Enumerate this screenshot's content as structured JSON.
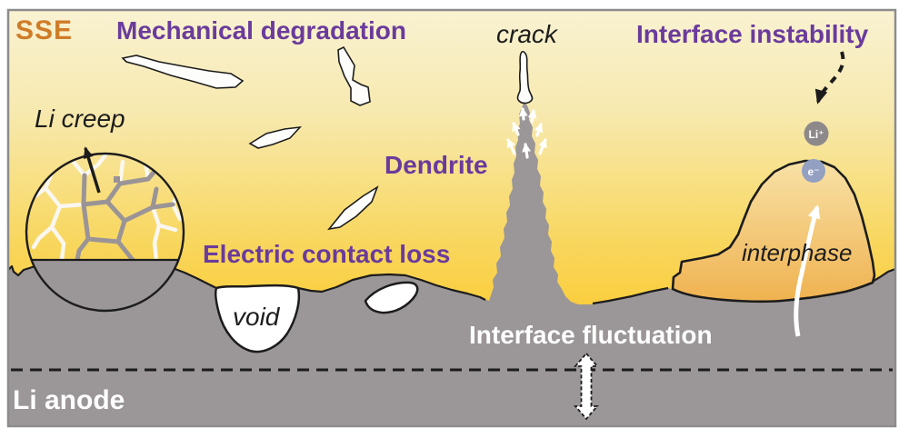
{
  "figure": {
    "labels": {
      "sse": "SSE",
      "mechanical_degradation": "Mechanical degradation",
      "crack": "crack",
      "interface_instability": "Interface instability",
      "li_creep": "Li creep",
      "dendrite": "Dendrite",
      "electric_contact_loss": "Electric contact loss",
      "void": "void",
      "interface_fluctuation": "Interface fluctuation",
      "interphase": "interphase",
      "li_anode": "Li anode",
      "li_ion": "Li⁺",
      "electron": "e⁻"
    },
    "colors": {
      "sse_text": "#cf7c28",
      "purple_text": "#6a3b9c",
      "black_text": "#1c1c1c",
      "white_text": "#ffffff",
      "sse_gradient_top": "#f9f2d2",
      "sse_gradient_upper": "#f7e9ae",
      "sse_gradient_mid": "#f8d75f",
      "sse_gradient_bottom": "#fcc82a",
      "anode_gray": "#9b9697",
      "interphase_top": "#f8e2a8",
      "interphase_bottom": "#efb14e",
      "li_ion_fill": "#8d898b",
      "electron_fill": "#93a0c2",
      "void_fill": "#ffffff",
      "grain_line_gray": "#9a9496",
      "grain_line_white": "#f9f7ef",
      "outline_black": "#1c1c1c",
      "border_gray": "#8c8c8c"
    }
  }
}
